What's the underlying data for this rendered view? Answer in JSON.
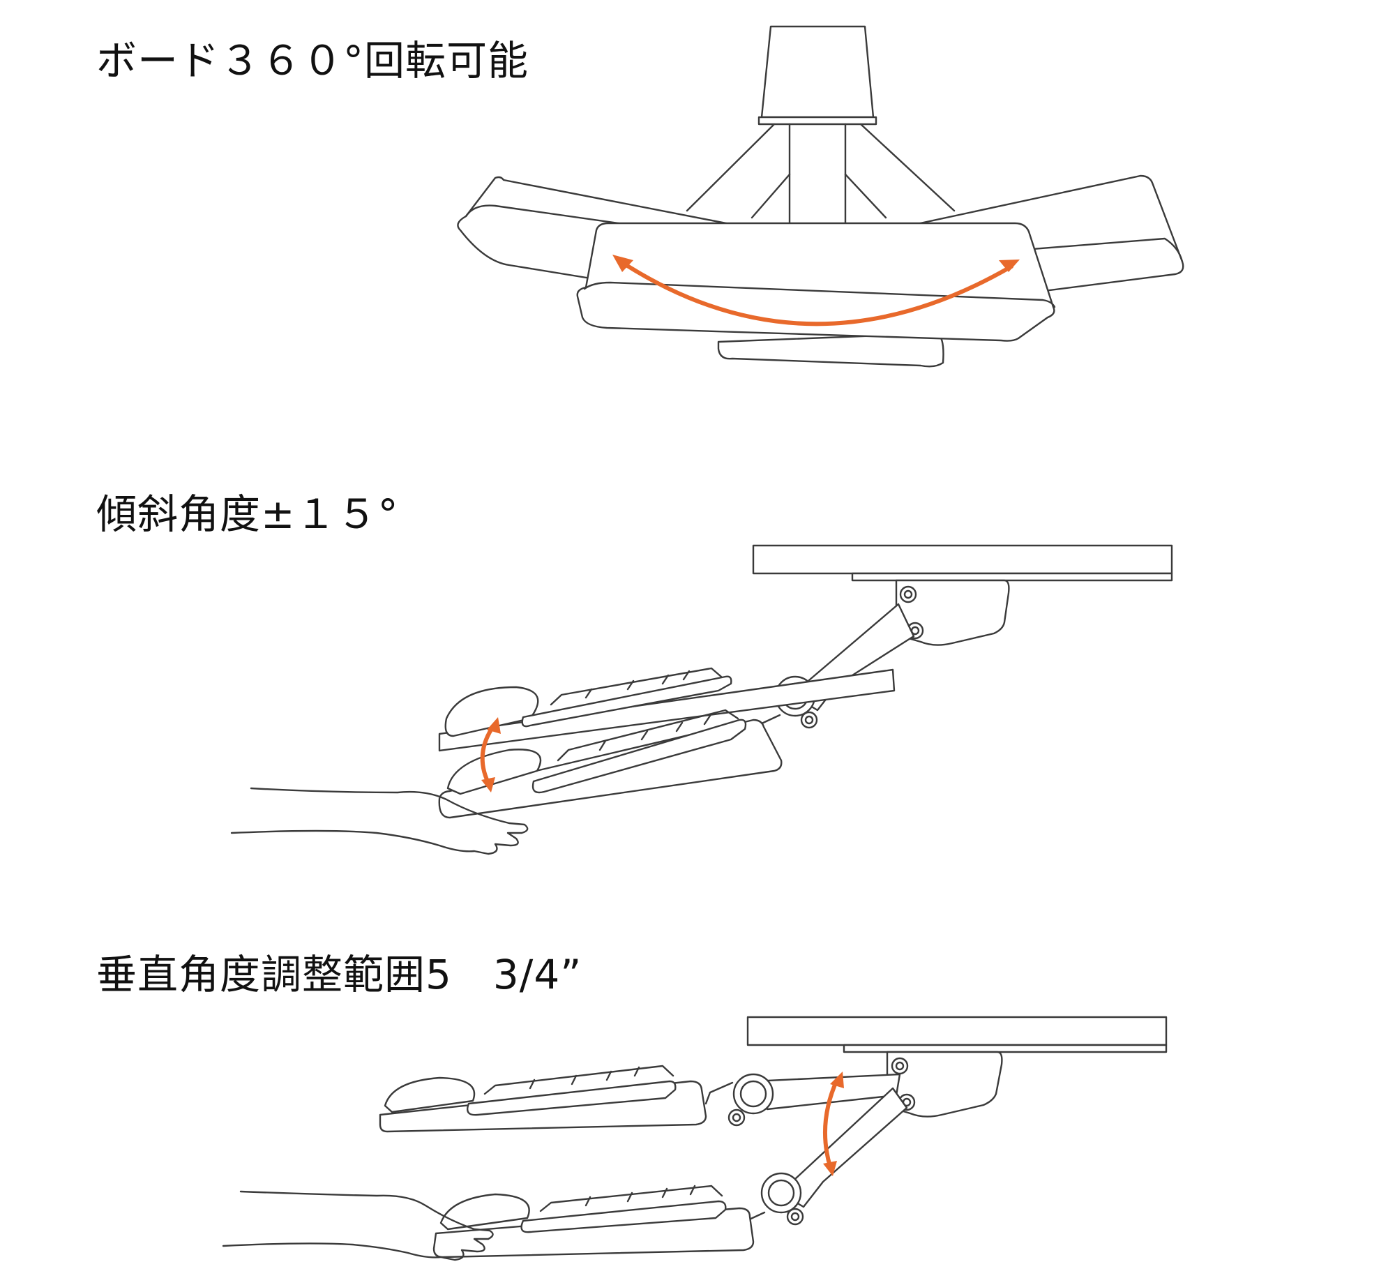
{
  "captions": {
    "rotation": "ボード３６０°回転可能",
    "tilt": "傾斜角度±１５°",
    "height": "垂直角度調整範囲5　3/4”"
  },
  "colors": {
    "accent": "#e8692b",
    "line": "#3a3a3a"
  }
}
